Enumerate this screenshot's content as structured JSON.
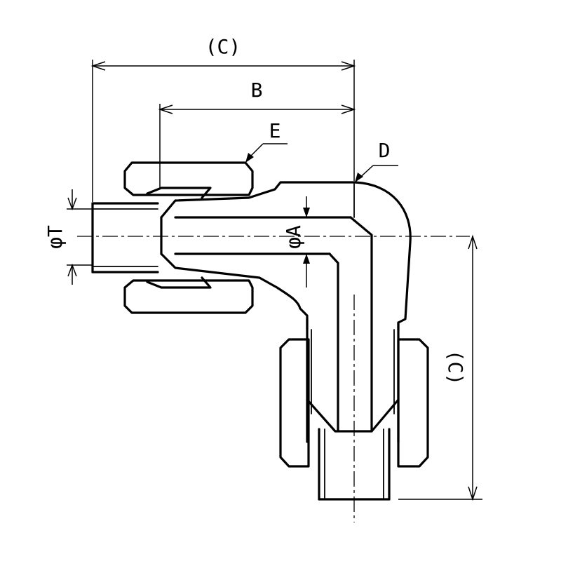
{
  "labels": {
    "c_top": "(C)",
    "b": "B",
    "e": "E",
    "d": "D",
    "phi_t": "φT",
    "phi_a": "φA",
    "c_side": "(C)"
  }
}
